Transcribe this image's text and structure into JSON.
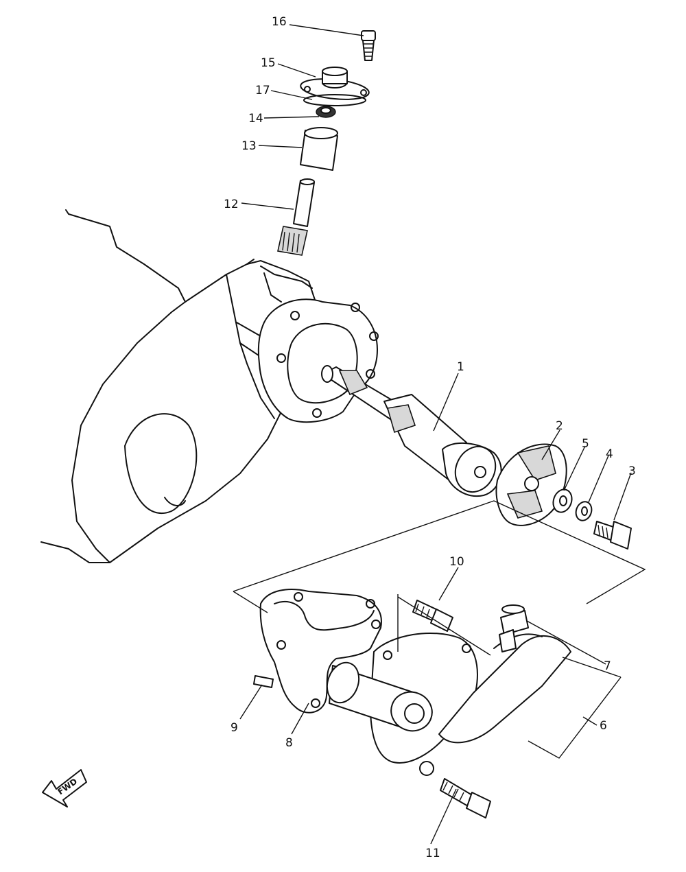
{
  "diagram": {
    "callouts": [
      {
        "id": "p1",
        "label": "1"
      },
      {
        "id": "p2",
        "label": "2"
      },
      {
        "id": "p3",
        "label": "3"
      },
      {
        "id": "p4",
        "label": "4"
      },
      {
        "id": "p5",
        "label": "5"
      },
      {
        "id": "p6",
        "label": "6"
      },
      {
        "id": "p7",
        "label": "7"
      },
      {
        "id": "p8",
        "label": "8"
      },
      {
        "id": "p9",
        "label": "9"
      },
      {
        "id": "p10",
        "label": "10"
      },
      {
        "id": "p11",
        "label": "11"
      },
      {
        "id": "p12",
        "label": "12"
      },
      {
        "id": "p13",
        "label": "13"
      },
      {
        "id": "p14",
        "label": "14"
      },
      {
        "id": "p15",
        "label": "15"
      },
      {
        "id": "p16",
        "label": "16"
      },
      {
        "id": "p17",
        "label": "17"
      }
    ],
    "direction_badge": "FWD"
  }
}
